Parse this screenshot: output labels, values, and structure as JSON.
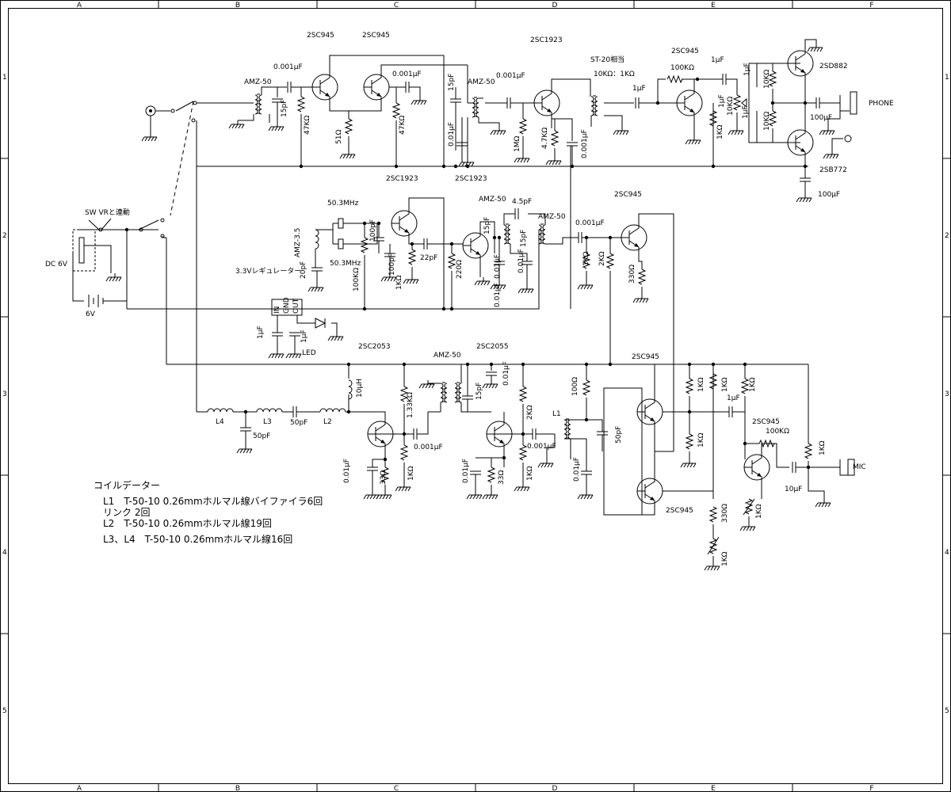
{
  "border": {
    "columns": [
      "A",
      "B",
      "C",
      "D",
      "E",
      "F"
    ],
    "rows": [
      "1",
      "2",
      "3",
      "4",
      "5"
    ]
  },
  "transistors": {
    "t1": "2SC945",
    "t2": "2SC945",
    "t3": "2SC1923",
    "t4": "2SC945",
    "t5": "2SD882",
    "t6": "2SB772",
    "t7": "2SC1923",
    "t8": "2SC1923",
    "t9": "2SC945",
    "t10": "2SC2053",
    "t11": "2SC2055",
    "t12": "2SC945",
    "t13": "2SC945",
    "t14": "2SC945"
  },
  "labels": {
    "amz50": "AMZ-50",
    "amz35": "AMZ-3.5",
    "st20": "ST-20相当",
    "st20_ratio": "10KΩ：1KΩ",
    "phone": "PHONE",
    "mic": "MIC",
    "sw": "SW VRと連動",
    "dc6v": "DC 6V",
    "batt": "6V",
    "reg": "3.3Vレギュレーター",
    "reg_in": "IN",
    "reg_gnd": "GND",
    "reg_out": "OUT",
    "led": "LED",
    "xtal1": "50.3MHz",
    "xtal2": "50.3MHz",
    "l1": "L1",
    "l2": "L2",
    "l3": "L3",
    "l4": "L4"
  },
  "values": {
    "c_001": "0.001µF",
    "c_001b": "0.001µF",
    "c_001c": "0.001µF",
    "c_001d": "0.001µF",
    "c_001e": "0.001µF",
    "c_001f": "0.001µF",
    "c_001g": "0.001µF",
    "c_15p": "15pF",
    "c_15p2": "15pF",
    "c_15p3": "15pF",
    "c_15p4": "15pF",
    "c_15p5": "15pF",
    "c_01": "0.01µF",
    "c_01b": "0.01µF",
    "c_01c": "0.01µF",
    "c_01d": "0.01µF",
    "c_01e": "0.01µF",
    "c_01f": "0.01µF",
    "c_01g": "0.01µF",
    "c_01h": "0.01µF",
    "c_01i": "0.01µF",
    "c_1u": "1µF",
    "c_1u2": "1µF",
    "c_1u3": "1µF",
    "c_1u4": "1µF",
    "c_1u5": "1µF",
    "c_1u6": "1µF",
    "c_1u7": "1µF",
    "c_1u8": "1µF",
    "c_100u": "100µF",
    "c_100u2": "100µF",
    "c_10u": "10µF",
    "c_45p": "4.5pF",
    "c_22p": "22pF",
    "c_20p": "20pF",
    "c_100p": "100pF",
    "c_100p2": "100pF",
    "c_50p": "50pF",
    "c_50p2": "50pF",
    "c_50p3": "50pF",
    "r_47k": "47KΩ",
    "r_47k2": "47KΩ",
    "r_51": "51Ω",
    "r_1m": "1MΩ",
    "r_47k3": "4.7KΩ",
    "r_100k": "100KΩ",
    "r_100k2": "100KΩ",
    "r_100k3": "100KΩ",
    "r_100k4": "100KΩ",
    "r_10k": "10KΩ",
    "r_10k2": "10KΩ",
    "r_10k3": "10KΩ",
    "r_1k": "1KΩ",
    "r_1k2": "1KΩ",
    "r_1k3": "1KΩ",
    "r_1k4": "1KΩ",
    "r_1k5": "1KΩ",
    "r_1k6": "1KΩ",
    "r_1k7": "1KΩ",
    "r_1k8": "1KΩ",
    "r_1k9": "1KΩ",
    "r_1k10": "1KΩ",
    "r_1k11": "1KΩ",
    "r_1k12": "1KΩ",
    "r_1k13": "1KΩ",
    "r_1k14": "1KΩ",
    "r_2k": "2KΩ",
    "r_2k2": "2KΩ",
    "r_220": "220Ω",
    "r_330": "330Ω",
    "r_330b": "330Ω",
    "r_33": "33Ω",
    "r_33b": "33Ω",
    "r_133k": "1.33KΩ",
    "r_100": "100Ω",
    "l_10u": "10µH"
  },
  "coil_data": {
    "title": "コイルデーター",
    "lines": [
      "L1　T-50-10 0.26mmホルマル線バイファイラ6回",
      "リンク 2回",
      "L2　T-50-10 0.26mmホルマル線19回",
      "L3、L4　T-50-10 0.26mmホルマル線16回"
    ]
  }
}
